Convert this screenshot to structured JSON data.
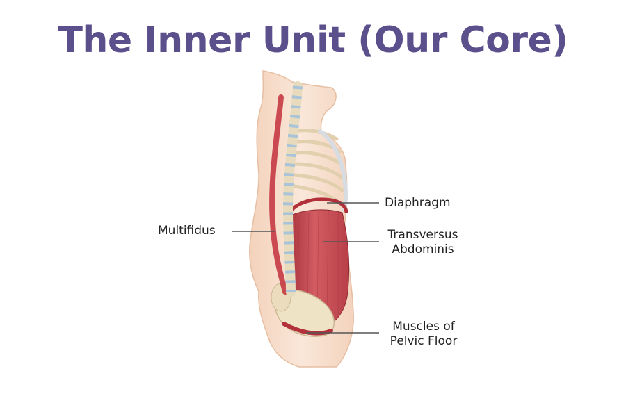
{
  "title": "The Inner Unit (Our Core)",
  "colors": {
    "title": "#5b4f8c",
    "muscle": "#c0474f",
    "muscle_dark": "#9e2f38",
    "skin": "#f6dcc8",
    "bone": "#efe3c6",
    "disc": "#a9c3d8",
    "leader": "#555555"
  },
  "labels": {
    "multifidus": "Multifidus",
    "diaphragm": "Diaphragm",
    "transversus_line1": "Transversus",
    "transversus_line2": "Abdominis",
    "pelvic_line1": "Muscles of",
    "pelvic_line2": "Pelvic Floor"
  },
  "icons": {
    "figure": "torso-anatomy-illustration"
  }
}
